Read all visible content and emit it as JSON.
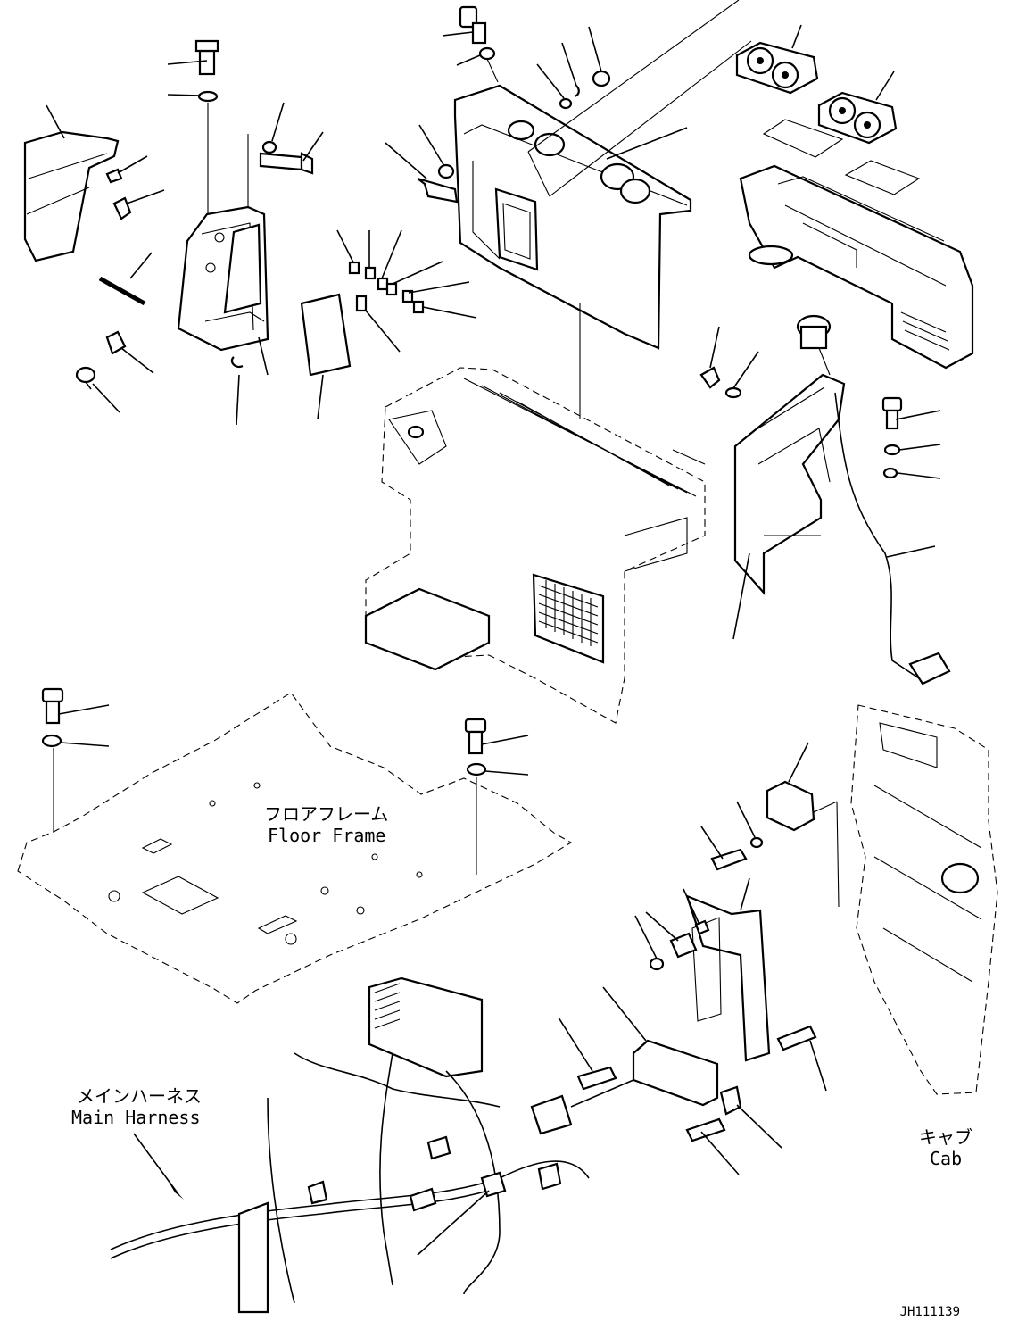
{
  "labels": {
    "floor_frame_jp": "フロアフレーム",
    "floor_frame_en": "Floor Frame",
    "main_harness_jp": "メインハーネス",
    "main_harness_en": "Main Harness",
    "cab_jp": "キャブ",
    "cab_en": "Cab"
  },
  "drawing_code": "JH111139",
  "colors": {
    "line": "#000000",
    "background": "#ffffff"
  }
}
